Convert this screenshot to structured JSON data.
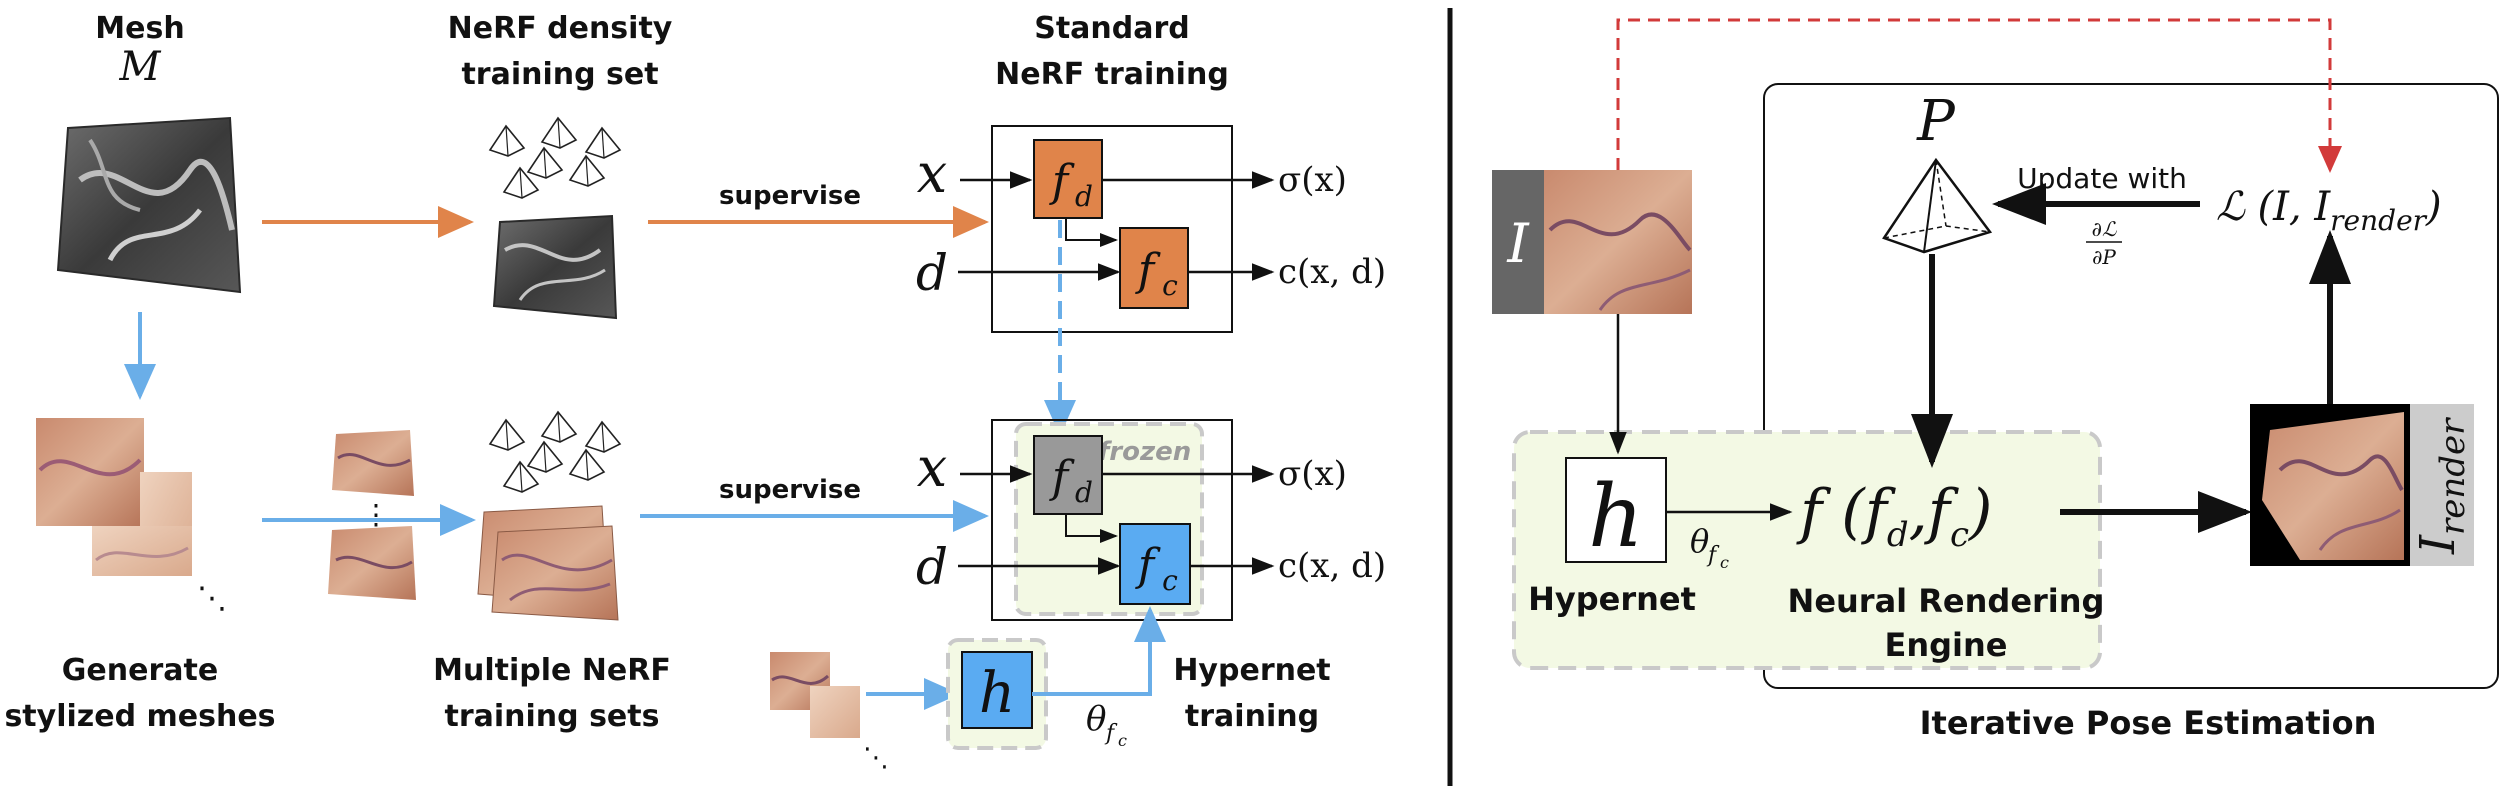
{
  "left_panel": {
    "mesh": {
      "title": "Mesh",
      "symbol": "M"
    },
    "density_set": {
      "title_line1": "NeRF density",
      "title_line2": "training set"
    },
    "standard": {
      "title_line1": "Standard",
      "title_line2": "NeRF training"
    },
    "supervise_top": "supervise",
    "supervise_bottom": "supervise",
    "x_symbol": "x",
    "d_symbol": "d",
    "fd_main": "f",
    "fd_sub": "d",
    "fc_main": "f",
    "fc_sub": "c",
    "sigma_out": "σ(x)",
    "color_out": "c(x, d)",
    "frozen": "frozen",
    "h_symbol": "h",
    "theta_main": "θ",
    "theta_sub": "f",
    "theta_subsub": "c",
    "generate": {
      "line1": "Generate",
      "line2": "stylized meshes"
    },
    "multiple": {
      "line1": "Multiple NeRF",
      "line2": "training sets"
    },
    "hypernet_training": {
      "line1": "Hypernet",
      "line2": "training"
    },
    "ellipsis_v": "⋮",
    "ellipsis_d": "⋱"
  },
  "right_panel": {
    "image_symbol": "I",
    "pose_symbol": "P",
    "update_with": "Update with",
    "grad_num": "∂ℒ",
    "grad_den": "∂P",
    "loss": "ℒ (I, I",
    "loss_sub": "render",
    "loss_close": ")",
    "h_symbol": "h",
    "theta_main": "θ",
    "theta_sub": "f",
    "theta_subsub": "c",
    "render_fn": "f (f",
    "render_fn_d": "d",
    "render_fn_mid": ",f",
    "render_fn_c": "c",
    "render_fn_close": ")",
    "hypernet": "Hypernet",
    "engine_line1": "Neural Rendering",
    "engine_line2": "Engine",
    "irender_main": "I",
    "irender_sub": "render",
    "caption": "Iterative Pose Estimation"
  },
  "colors": {
    "orange": "#e0844a",
    "blue": "#6aaee8",
    "blue_box": "#5aabf2",
    "gray_box": "#999999",
    "green_bg": "#f3f9e4",
    "dashed_gray": "#c9c9c9",
    "red_dash": "#d23a3a"
  }
}
